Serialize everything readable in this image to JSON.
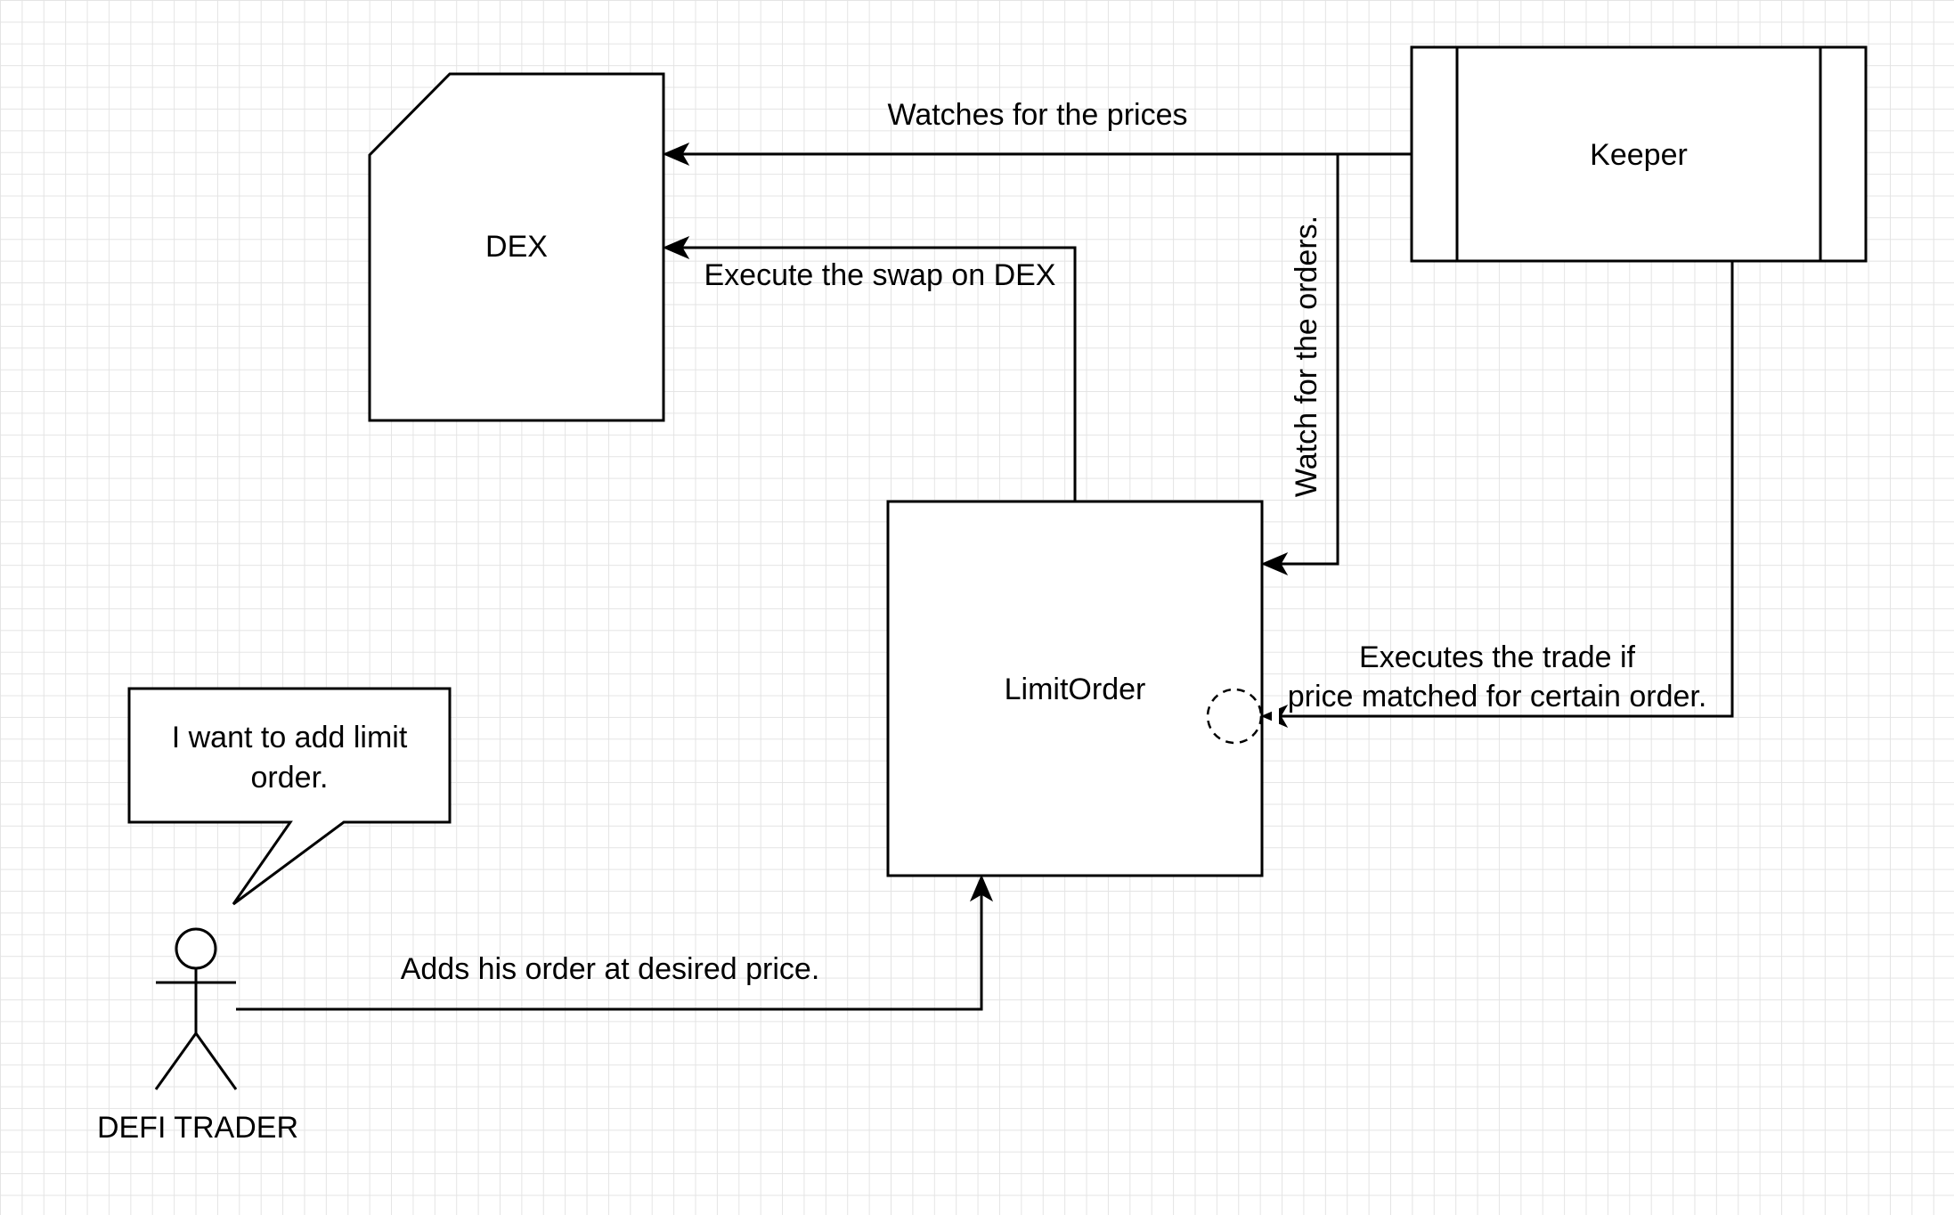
{
  "nodes": {
    "dex": {
      "label": "DEX"
    },
    "keeper": {
      "label": "Keeper"
    },
    "limit_order": {
      "label": "LimitOrder"
    },
    "callout": {
      "line1": "I want to add limit",
      "line2": "order."
    },
    "trader": {
      "label": "DEFI TRADER"
    }
  },
  "edges": {
    "watches_prices": {
      "label": "Watches for the prices"
    },
    "execute_swap": {
      "label": "Execute the swap on DEX"
    },
    "watch_orders": {
      "label": "Watch for the orders."
    },
    "executes_trade": {
      "line1": "Executes the trade if",
      "line2": "price matched for certain order."
    },
    "adds_order": {
      "label": "Adds his order at desired price."
    }
  }
}
